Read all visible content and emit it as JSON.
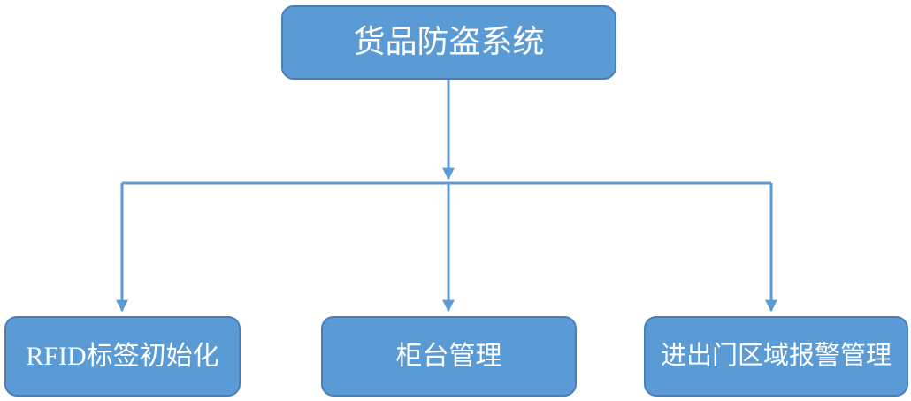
{
  "diagram": {
    "type": "flowchart",
    "root": {
      "label": "货品防盗系统"
    },
    "children": [
      {
        "label": "RFID标签初始化"
      },
      {
        "label": "柜台管理"
      },
      {
        "label": "进出门区域报警管理"
      }
    ],
    "colors": {
      "node_fill": "#5b9bd5",
      "node_border": "#4a7ebb",
      "connector": "#5b9bd5",
      "text": "#ffffff"
    }
  }
}
